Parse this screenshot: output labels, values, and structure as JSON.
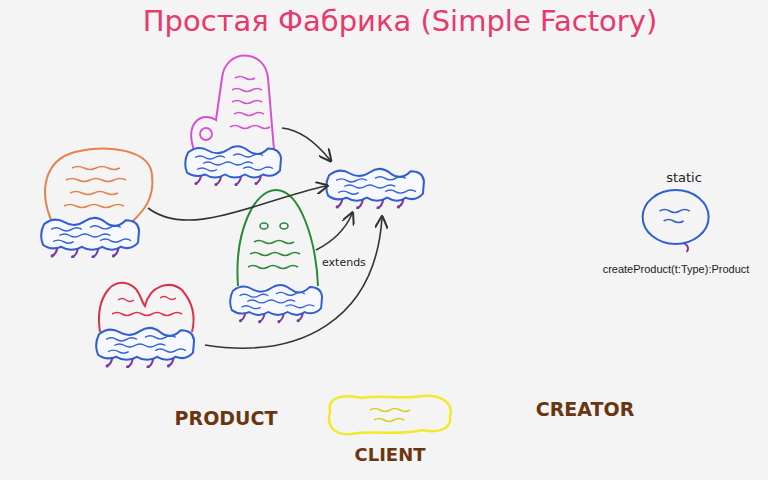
{
  "diagram": {
    "title": "Простая Фабрика (Simple Factory)",
    "nodes": [
      {
        "text": [
          "static",
          "createProduct(t:Type):Product"
        ]
      },
      {
        "text": [
          "CLIENT"
        ]
      }
    ],
    "labels": [
      "extends",
      "PRODUCT",
      "CREATOR"
    ]
  }
}
